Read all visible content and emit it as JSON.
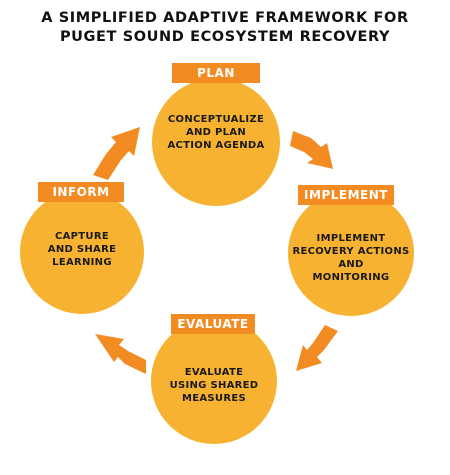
{
  "title": {
    "line1": "A SIMPLIFIED ADAPTIVE FRAMEWORK FOR",
    "line2": "PUGET SOUND ECOSYSTEM RECOVERY"
  },
  "stages": {
    "plan": {
      "label": "PLAN",
      "text": "CONCEPTUALIZE\nAND PLAN\nACTION AGENDA"
    },
    "implement": {
      "label": "IMPLEMENT",
      "text": "IMPLEMENT\nRECOVERY ACTIONS\nAND\nMONITORING"
    },
    "evaluate": {
      "label": "EVALUATE",
      "text": "EVALUATE\nUSING SHARED\nMEASURES"
    },
    "inform": {
      "label": "INFORM",
      "text": "CAPTURE\nAND SHARE\nLEARNING"
    }
  },
  "colors": {
    "circle": "#f7b231",
    "label": "#f28b22",
    "arrow": "#f28b22"
  }
}
